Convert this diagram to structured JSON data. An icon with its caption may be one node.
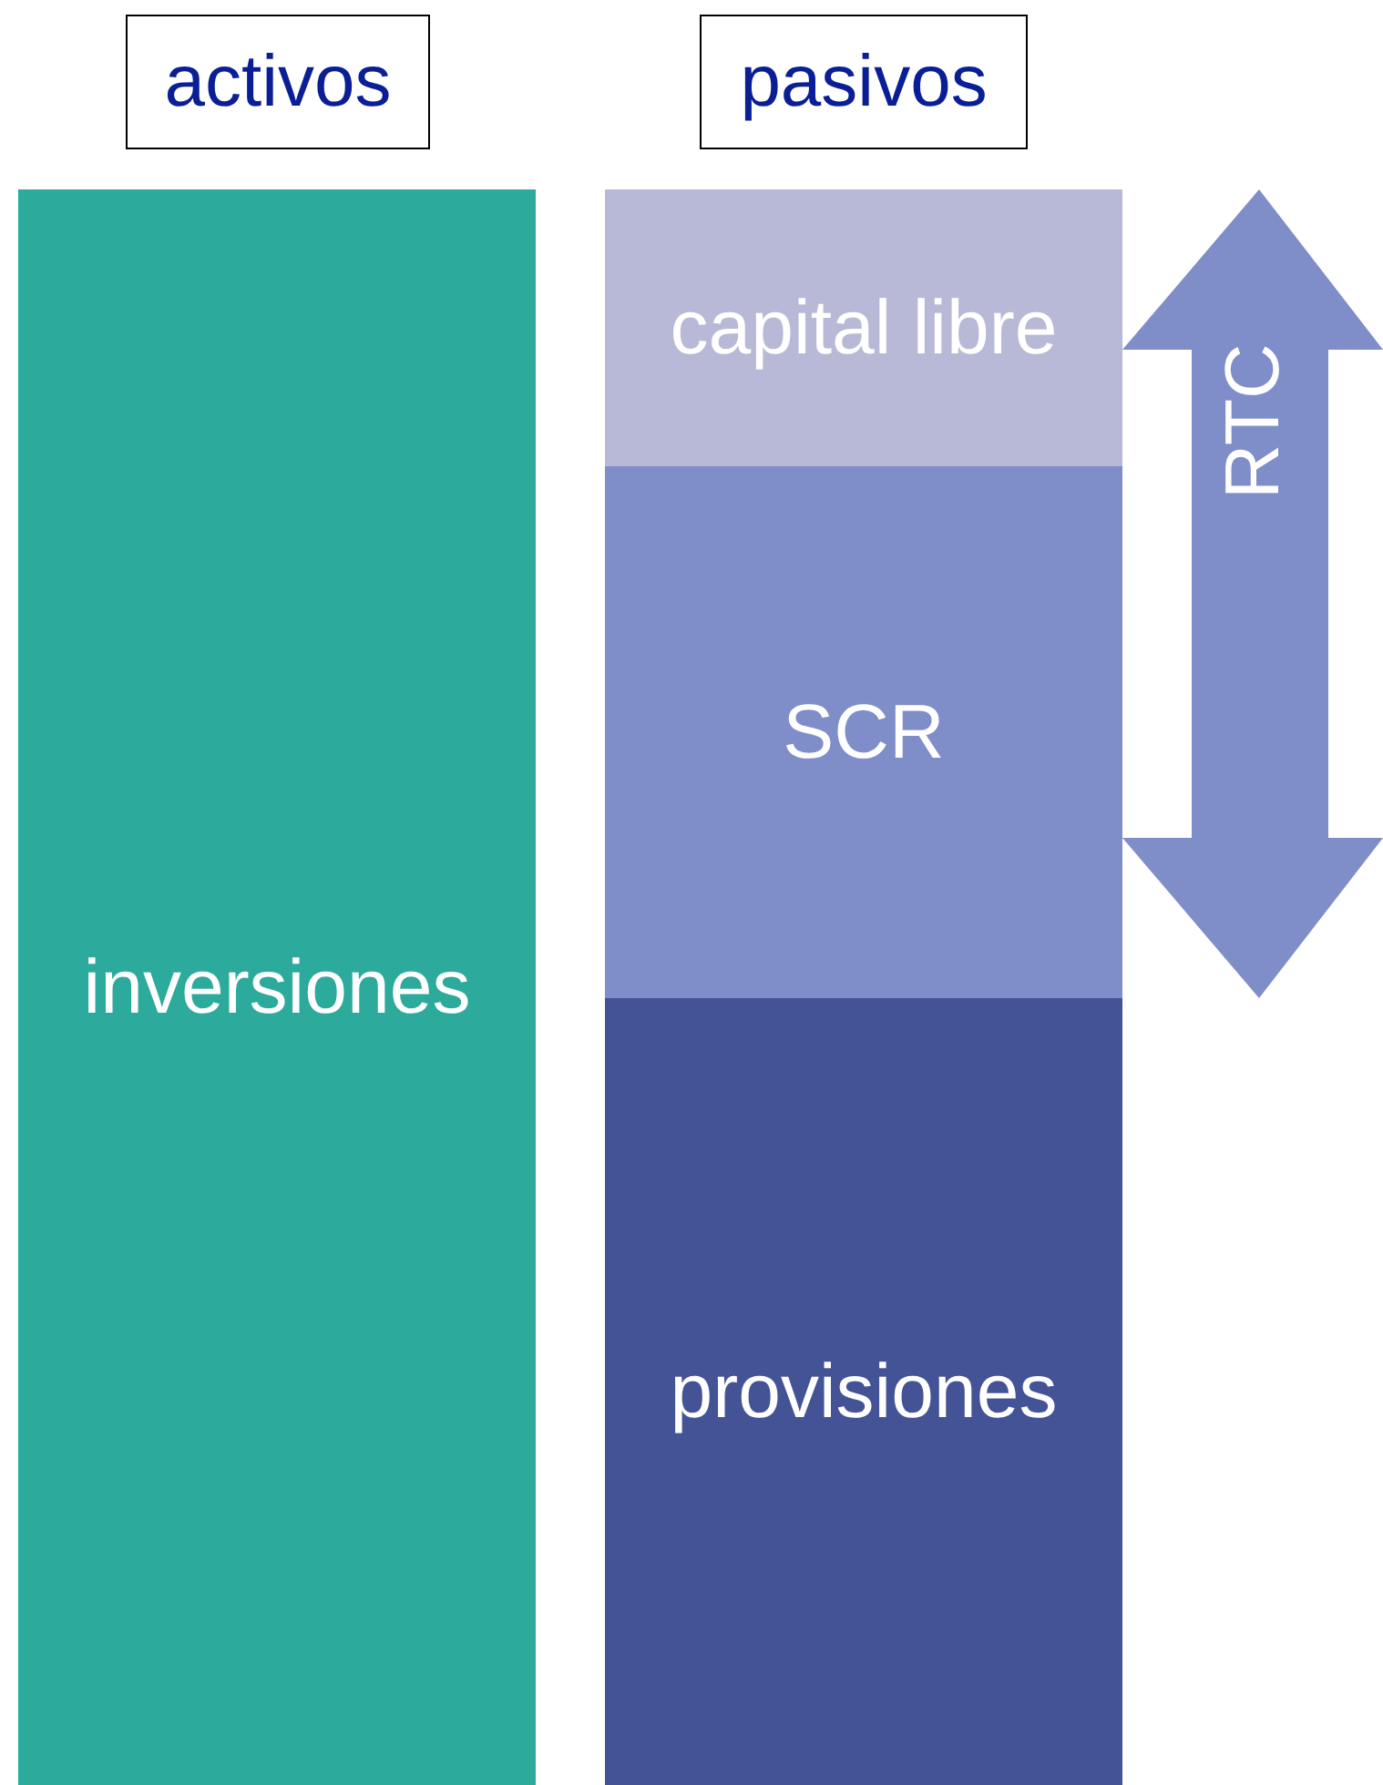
{
  "diagram": {
    "nodes": [
      {
        "text": [
          "activos"
        ]
      },
      {
        "text": [
          "pasivos"
        ]
      },
      {
        "text": [
          "inversiones"
        ]
      },
      {
        "text": [
          "capital libre"
        ]
      },
      {
        "text": [
          "SCR"
        ]
      },
      {
        "text": [
          "provisiones"
        ]
      },
      {
        "text": [
          "RTC"
        ]
      }
    ],
    "edges": []
  }
}
